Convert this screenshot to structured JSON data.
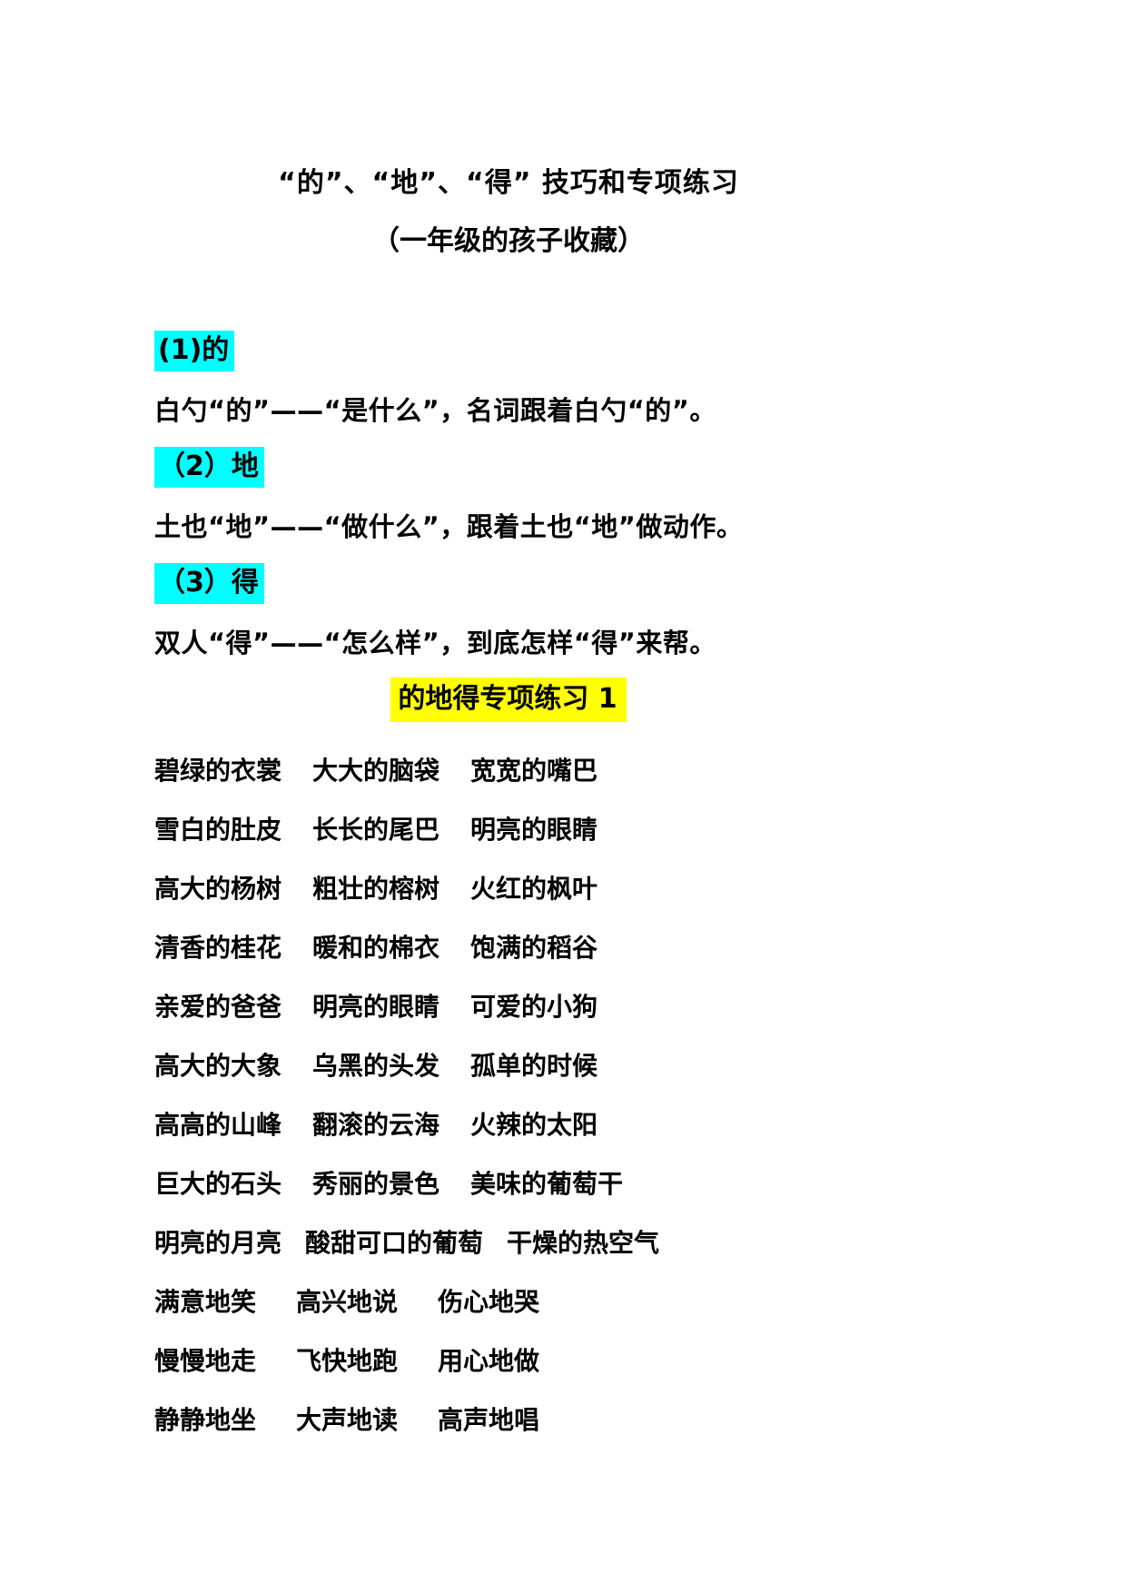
{
  "document": {
    "title": "“的”、“地”、“得” 技巧和专项练习",
    "subtitle": "（一年级的孩子收藏）",
    "sections": [
      {
        "label": "(1)的",
        "explanation": "白勺“的”——“是什么”，名词跟着白勺“的”。"
      },
      {
        "label": "（2）地",
        "explanation": "土也“地”——“做什么”，跟着土也“地”做动作。"
      },
      {
        "label": "（3）得",
        "explanation": "双人“得”——“怎么样”，到底怎样“得”来帮。"
      }
    ],
    "exercise_heading": "的地得专项练习 1",
    "practice_rows": [
      {
        "items": [
          "碧绿的衣裳",
          "大大的脑袋",
          "宽宽的嘴巴"
        ]
      },
      {
        "items": [
          "雪白的肚皮",
          "长长的尾巴",
          "明亮的眼睛"
        ]
      },
      {
        "items": [
          "高大的杨树",
          "粗壮的榕树",
          "火红的枫叶"
        ]
      },
      {
        "items": [
          "清香的桂花",
          "暖和的棉衣",
          "饱满的稻谷"
        ]
      },
      {
        "items": [
          "亲爱的爸爸",
          "明亮的眼睛",
          "可爱的小狗"
        ]
      },
      {
        "items": [
          "高大的大象",
          "乌黑的头发",
          "孤单的时候"
        ]
      },
      {
        "items": [
          "高高的山峰",
          "翻滚的云海",
          "火辣的太阳"
        ]
      },
      {
        "items": [
          "巨大的石头",
          "秀丽的景色",
          "美味的葡萄干"
        ]
      },
      {
        "items": [
          "明亮的月亮",
          "酸甜可口的葡萄",
          "干燥的热空气"
        ]
      },
      {
        "items": [
          "满意地笑",
          "高兴地说",
          "伤心地哭"
        ]
      },
      {
        "items": [
          "慢慢地走",
          "飞快地跑",
          "用心地做"
        ]
      },
      {
        "items": [
          "静静地坐",
          "大声地读",
          "高声地唱"
        ]
      }
    ],
    "colors": {
      "section_highlight": "#00ffff",
      "exercise_highlight": "#ffff00",
      "text": "#000000",
      "background": "#ffffff"
    }
  }
}
